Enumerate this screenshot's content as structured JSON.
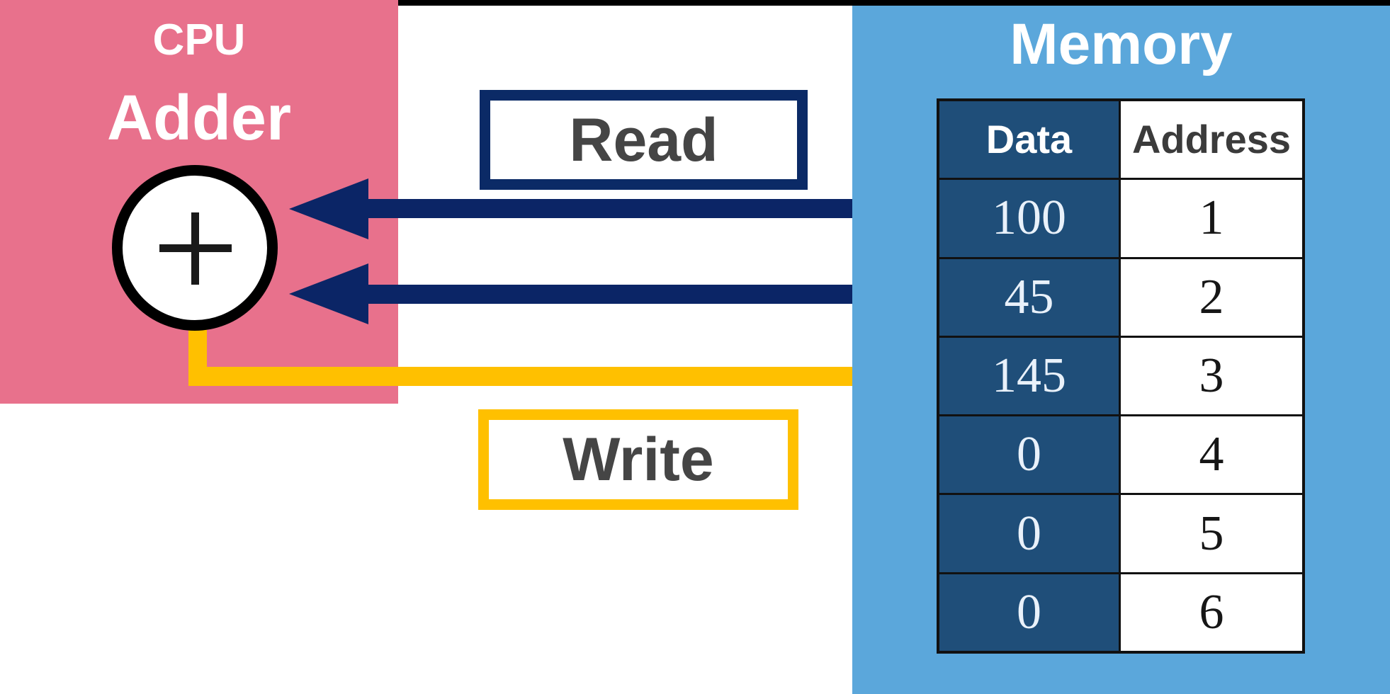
{
  "cpu": {
    "label": "CPU",
    "unit_label": "Adder",
    "adder_symbol_icon": "plus-icon"
  },
  "buses": {
    "read_label": "Read",
    "write_label": "Write"
  },
  "memory": {
    "label": "Memory",
    "table": {
      "headers": {
        "data": "Data",
        "address": "Address"
      },
      "rows": [
        {
          "data": "100",
          "address": "1"
        },
        {
          "data": "45",
          "address": "2"
        },
        {
          "data": "145",
          "address": "3"
        },
        {
          "data": "0",
          "address": "4"
        },
        {
          "data": "0",
          "address": "5"
        },
        {
          "data": "0",
          "address": "6"
        }
      ]
    }
  },
  "colors": {
    "cpu_pink": "#E8718C",
    "memory_blue": "#5BA7DB",
    "data_column_blue": "#1F4E79",
    "arrow_navy": "#0B2566",
    "arrow_gold": "#FFC000",
    "label_gray": "#454545"
  }
}
